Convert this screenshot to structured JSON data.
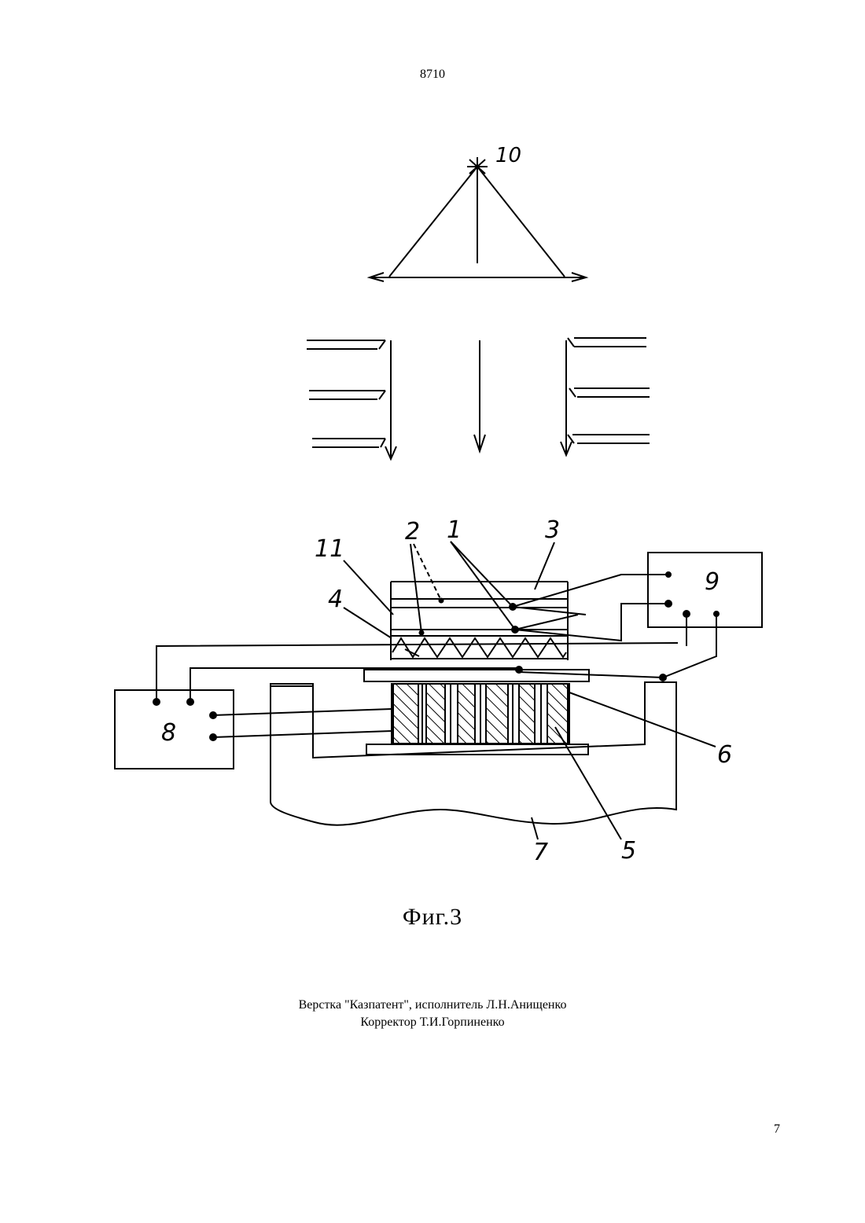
{
  "header": {
    "patent_number": "8710"
  },
  "figure": {
    "caption": "Фиг.3",
    "labels": {
      "l1": "1",
      "l2": "2",
      "l3": "3",
      "l4": "4",
      "l5": "5",
      "l6": "6",
      "l7": "7",
      "l8": "8",
      "l9": "9",
      "l10": "10",
      "l11": "11"
    }
  },
  "footer": {
    "line1": "Верстка \"Казпатент\", исполнитель Л.Н.Анищенко",
    "line2": "Корректор Т.И.Горпиненко",
    "page": "7"
  }
}
